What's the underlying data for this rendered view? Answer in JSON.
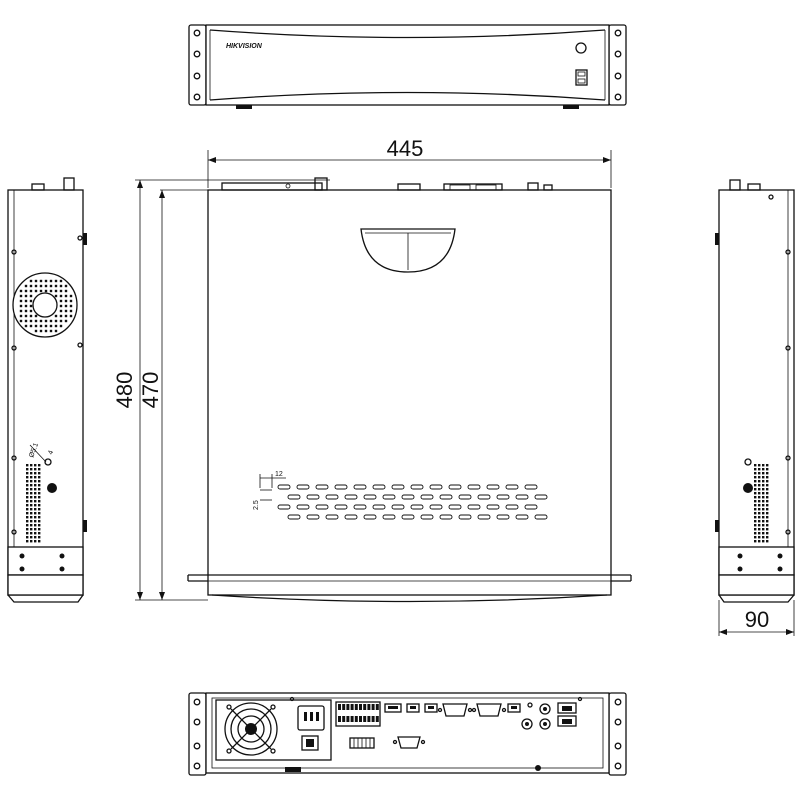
{
  "front_view": {
    "brand_logo": "HIKVISION"
  },
  "top_view": {
    "width_label": "445",
    "depth_label": "480",
    "depth_inner_label": "470",
    "vent_width_label": "12",
    "vent_pitch_label": "2.5"
  },
  "left_side_view": {
    "hole_label_1": "Ø5.1",
    "hole_label_2": "4"
  },
  "right_side_view": {
    "height_label": "90"
  },
  "rear_view": {}
}
